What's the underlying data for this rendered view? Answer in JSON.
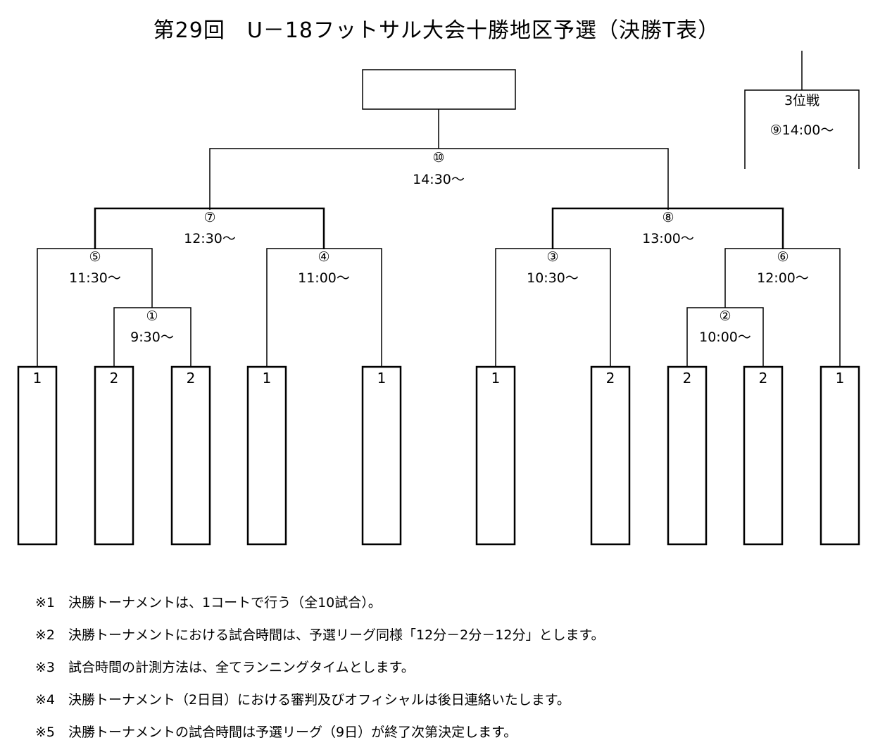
{
  "title": "第29回　U－18フットサル大会十勝地区予選（決勝T表）",
  "third_place": {
    "label": "3位戦",
    "match_time": "⑨14:00～"
  },
  "final": {
    "number": "⑩",
    "time": "14:30～"
  },
  "matches": [
    {
      "id": "m7",
      "number": "⑦",
      "time": "12:30～"
    },
    {
      "id": "m8",
      "number": "⑧",
      "time": "13:00～"
    },
    {
      "id": "m5",
      "number": "⑤",
      "time": "11:30～"
    },
    {
      "id": "m4",
      "number": "④",
      "time": "11:00～"
    },
    {
      "id": "m3",
      "number": "③",
      "time": "10:30～"
    },
    {
      "id": "m6",
      "number": "⑥",
      "time": "12:00～"
    },
    {
      "id": "m1",
      "number": "①",
      "time": "9:30～"
    },
    {
      "id": "m2",
      "number": "②",
      "time": "10:00～"
    }
  ],
  "team_slots": [
    "1",
    "2",
    "2",
    "1",
    "1",
    "1",
    "2",
    "2",
    "2",
    "1"
  ],
  "notes": [
    "※1　決勝トーナメントは、1コートで行う（全10試合）。",
    "※2　決勝トーナメントにおける試合時間は、予選リーグ同様「12分－2分－12分」とします。",
    "※3　試合時間の計測方法は、全てランニングタイムとします。",
    "※4　決勝トーナメント（2日目）における審判及びオフィシャルは後日連絡いたします。",
    "※5　決勝トーナメントの試合時間は予選リーグ（9日）が終了次第決定します。"
  ]
}
